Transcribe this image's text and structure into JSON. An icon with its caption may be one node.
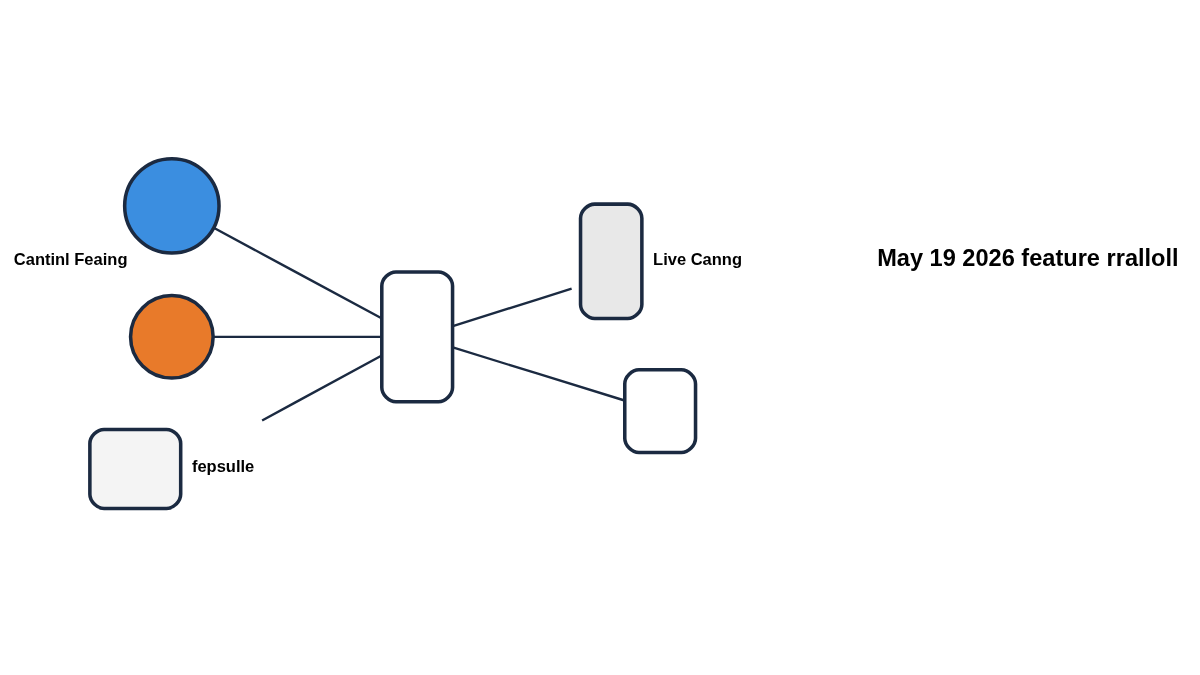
{
  "diagram": {
    "nodes": [
      {
        "text": [],
        "shape": "box"
      },
      {
        "text": [],
        "shape": "circle",
        "beside": [
          "Cantinl Feaing"
        ]
      },
      {
        "text": [],
        "shape": "circle"
      },
      {
        "text": [],
        "shape": "box",
        "beside": [
          "fepsulle"
        ]
      },
      {
        "text": [],
        "shape": "box",
        "beside": [
          "Live Canng"
        ]
      },
      {
        "text": [],
        "shape": "box"
      }
    ],
    "edges": [
      {
        "from": 1,
        "to": 0,
        "arrow": "none"
      },
      {
        "from": 2,
        "to": 0,
        "arrow": "none"
      },
      {
        "from": 3,
        "to": 0,
        "arrow": "none"
      },
      {
        "from": 0,
        "to": 4,
        "arrow": "none"
      },
      {
        "from": 0,
        "to": 5,
        "arrow": "none"
      }
    ],
    "labels": [
      "May 19 2026 feature rralloll"
    ]
  }
}
